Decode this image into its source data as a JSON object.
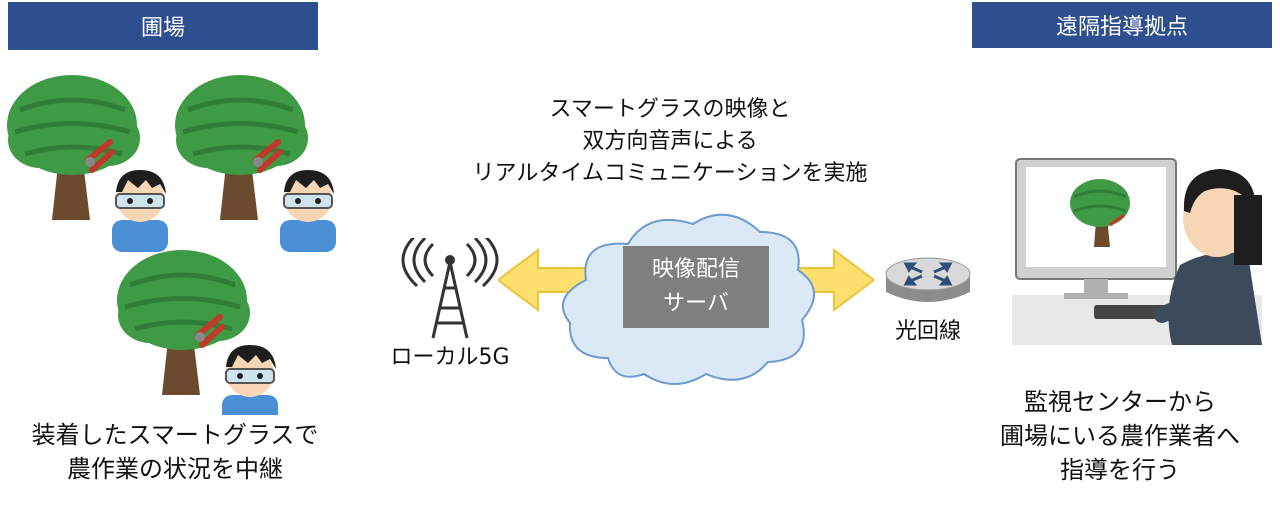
{
  "headers": {
    "field": "圃場",
    "remote_base": "遠隔指導拠点"
  },
  "center_caption": {
    "line1": "スマートグラスの映像と",
    "line2": "双方向音声による",
    "line3": "リアルタイムコミュニケーションを実施"
  },
  "server": {
    "line1": "映像配信",
    "line2": "サーバ"
  },
  "labels": {
    "local_5g": "ローカル5G",
    "fiber": "光回線"
  },
  "field_caption": {
    "line1": "装着したスマートグラスで",
    "line2": "農作業の状況を中継"
  },
  "remote_caption": {
    "line1": "監視センターから",
    "line2": "圃場にいる農作業者へ",
    "line3": "指導を行う"
  },
  "colors": {
    "header_bg": "#2e4f8f",
    "arrow": "#ffe06e",
    "cloud": "#dbe9f7",
    "server_box": "#7f7f7f",
    "tree": "#3f9a45",
    "trunk": "#6b4a2e"
  }
}
